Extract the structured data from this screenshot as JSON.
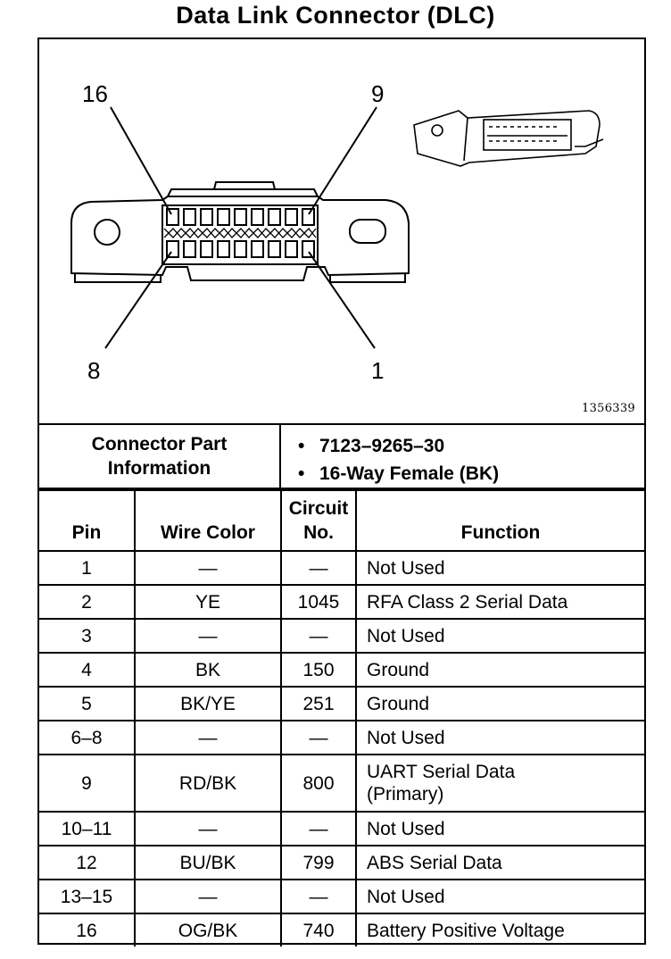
{
  "title": "Data Link Connector (DLC)",
  "diagram": {
    "pin_labels": {
      "top_left": "16",
      "top_right": "9",
      "bottom_left": "8",
      "bottom_right": "1"
    },
    "reference_number": "1356339"
  },
  "part_info": {
    "label": "Connector Part\nInformation",
    "items": [
      "7123–9265–30",
      "16-Way Female (BK)"
    ]
  },
  "table": {
    "headers": {
      "pin": "Pin",
      "wire_color": "Wire Color",
      "circuit": "Circuit\nNo.",
      "function": "Function"
    },
    "rows": [
      {
        "pin": "1",
        "wire": "—",
        "circuit": "—",
        "function": "Not Used"
      },
      {
        "pin": "2",
        "wire": "YE",
        "circuit": "1045",
        "function": "RFA Class 2 Serial Data"
      },
      {
        "pin": "3",
        "wire": "—",
        "circuit": "—",
        "function": "Not Used"
      },
      {
        "pin": "4",
        "wire": "BK",
        "circuit": "150",
        "function": "Ground"
      },
      {
        "pin": "5",
        "wire": "BK/YE",
        "circuit": "251",
        "function": "Ground"
      },
      {
        "pin": "6–8",
        "wire": "—",
        "circuit": "—",
        "function": "Not Used"
      },
      {
        "pin": "9",
        "wire": "RD/BK",
        "circuit": "800",
        "function": "UART Serial Data\n(Primary)"
      },
      {
        "pin": "10–11",
        "wire": "—",
        "circuit": "—",
        "function": "Not Used"
      },
      {
        "pin": "12",
        "wire": "BU/BK",
        "circuit": "799",
        "function": "ABS Serial Data"
      },
      {
        "pin": "13–15",
        "wire": "—",
        "circuit": "—",
        "function": "Not Used"
      },
      {
        "pin": "16",
        "wire": "OG/BK",
        "circuit": "740",
        "function": "Battery Positive Voltage"
      }
    ]
  }
}
